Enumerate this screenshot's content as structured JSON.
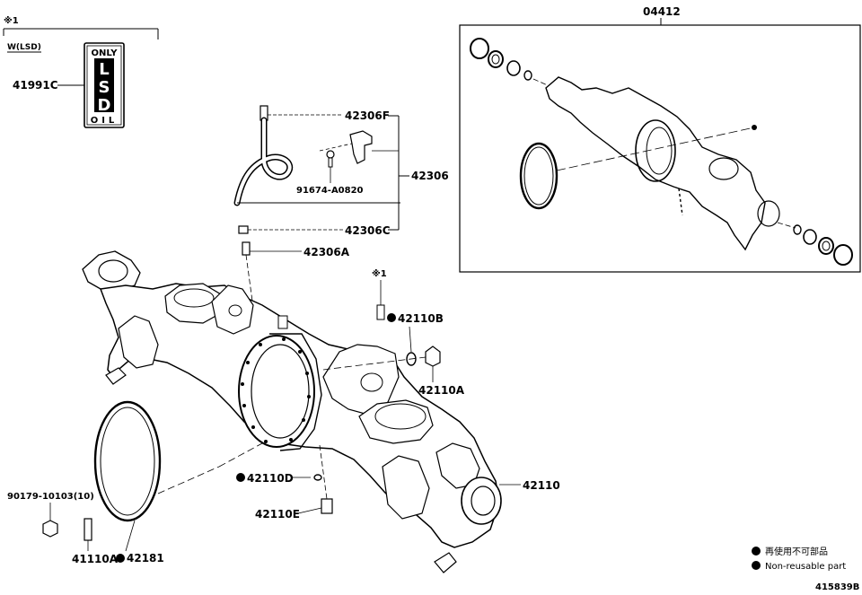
{
  "header": {
    "note_mark": "※1",
    "lsd_condition": "W(LSD)"
  },
  "tag": {
    "top": "ONLY",
    "letters": [
      "L",
      "S",
      "D"
    ],
    "bottom": "OIL"
  },
  "parts": {
    "p41991C": "41991C",
    "p04412": "04412",
    "p42306F": "42306F",
    "p42306": "42306",
    "p91674": "91674-A0820",
    "p42306C": "42306C",
    "p42306A": "42306A",
    "p42110B": "42110B",
    "p42110A": "42110A",
    "p42110D": "42110D",
    "p42110": "42110",
    "p42110E": "42110E",
    "p90179": "90179-10103(10)",
    "p41110A": "41110A",
    "p42181": "42181",
    "note_marker_mid": "※1"
  },
  "legend": {
    "line1": "再使用不可部品",
    "line2": "Non-reusable part"
  },
  "figure_id": "415839B"
}
